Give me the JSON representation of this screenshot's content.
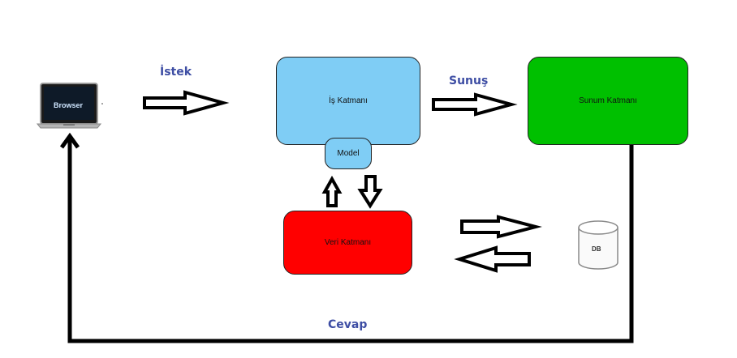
{
  "labels": {
    "istek": "İstek",
    "sunus": "Sunuş",
    "cevap": "Cevap"
  },
  "nodes": {
    "browser": "Browser",
    "is_katmani": "İş Katmanı",
    "model": "Model",
    "sunum_katmani": "Sunum Katmanı",
    "veri_katmani": "Veri Katmanı",
    "db": "DB"
  },
  "colors": {
    "label_blue": "#3e4ea4",
    "is_katmani_fill": "#7fcdf5",
    "sunum_fill": "#00c000",
    "veri_fill": "#ff0000",
    "line": "#000000"
  }
}
